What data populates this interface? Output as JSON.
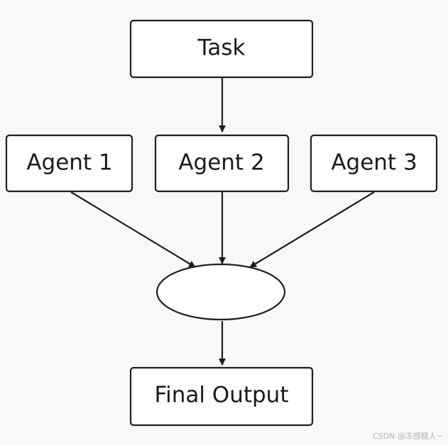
{
  "nodes": {
    "task": "Task",
    "agent1": "Agent 1",
    "agent2": "Agent 2",
    "agent3": "Agent 3",
    "aggregator": "",
    "final_output": "Final Output"
  },
  "watermark": "CSDN @冻感糕人~",
  "colors": {
    "stroke": "#1f1f1f",
    "box_fill": "#ffffff",
    "background": "#f8f8f8",
    "text": "#1a1a1a"
  }
}
